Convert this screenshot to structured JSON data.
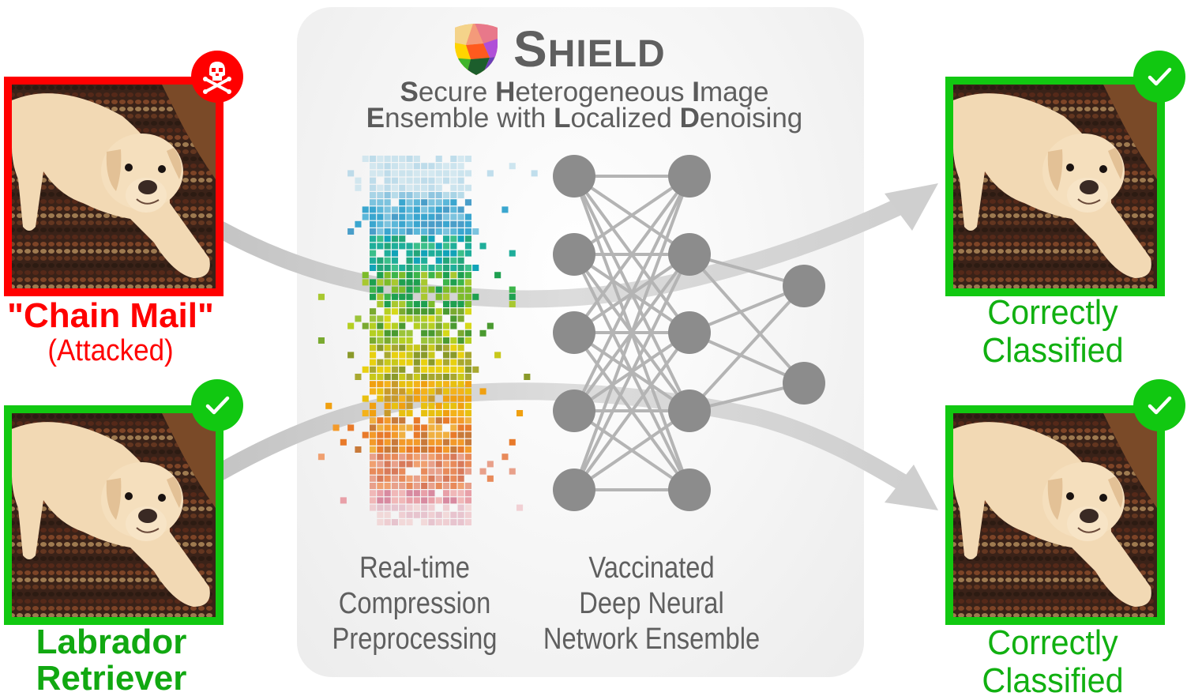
{
  "header": {
    "title_initial": "S",
    "title_rest": "HIELD",
    "subtitle_line1": [
      {
        "bold": "S",
        "rest": "ecure "
      },
      {
        "bold": "H",
        "rest": "eterogeneous "
      },
      {
        "bold": "I",
        "rest": "mage"
      }
    ],
    "subtitle_line2": [
      {
        "bold": "E",
        "rest": "nsemble with "
      },
      {
        "bold": "L",
        "rest": "ocalized "
      },
      {
        "bold": "D",
        "rest": "enoising"
      }
    ]
  },
  "stages": {
    "compression": {
      "line1": "Real-time",
      "line2": "Compression",
      "line3": "Preprocessing"
    },
    "network": {
      "line1": "Vaccinated",
      "line2": "Deep Neural",
      "line3": "Network Ensemble"
    }
  },
  "inputs": [
    {
      "status": "attacked",
      "status_icon": "skull-crossbones-icon",
      "label": "\"Chain Mail\"",
      "sublabel": "(Attacked)",
      "color": "#ff0000"
    },
    {
      "status": "correct",
      "status_icon": "checkmark-icon",
      "label_line1": "Labrador",
      "label_line2": "Retriever",
      "color": "#11c811"
    }
  ],
  "outputs": [
    {
      "status_icon": "checkmark-icon",
      "label_line1": "Correctly",
      "label_line2": "Classified",
      "color": "#11c811"
    },
    {
      "status_icon": "checkmark-icon",
      "label_line1": "Correctly",
      "label_line2": "Classified",
      "color": "#11c811"
    }
  ],
  "network_layers": [
    5,
    5,
    2
  ],
  "colors": {
    "attack": "#ff0000",
    "correct": "#11c811",
    "text_gray": "#5f5f5f",
    "node_gray": "#8c8c8c",
    "edge_gray": "#b4b4b4",
    "arrow_gray": "#d2d2d2"
  }
}
